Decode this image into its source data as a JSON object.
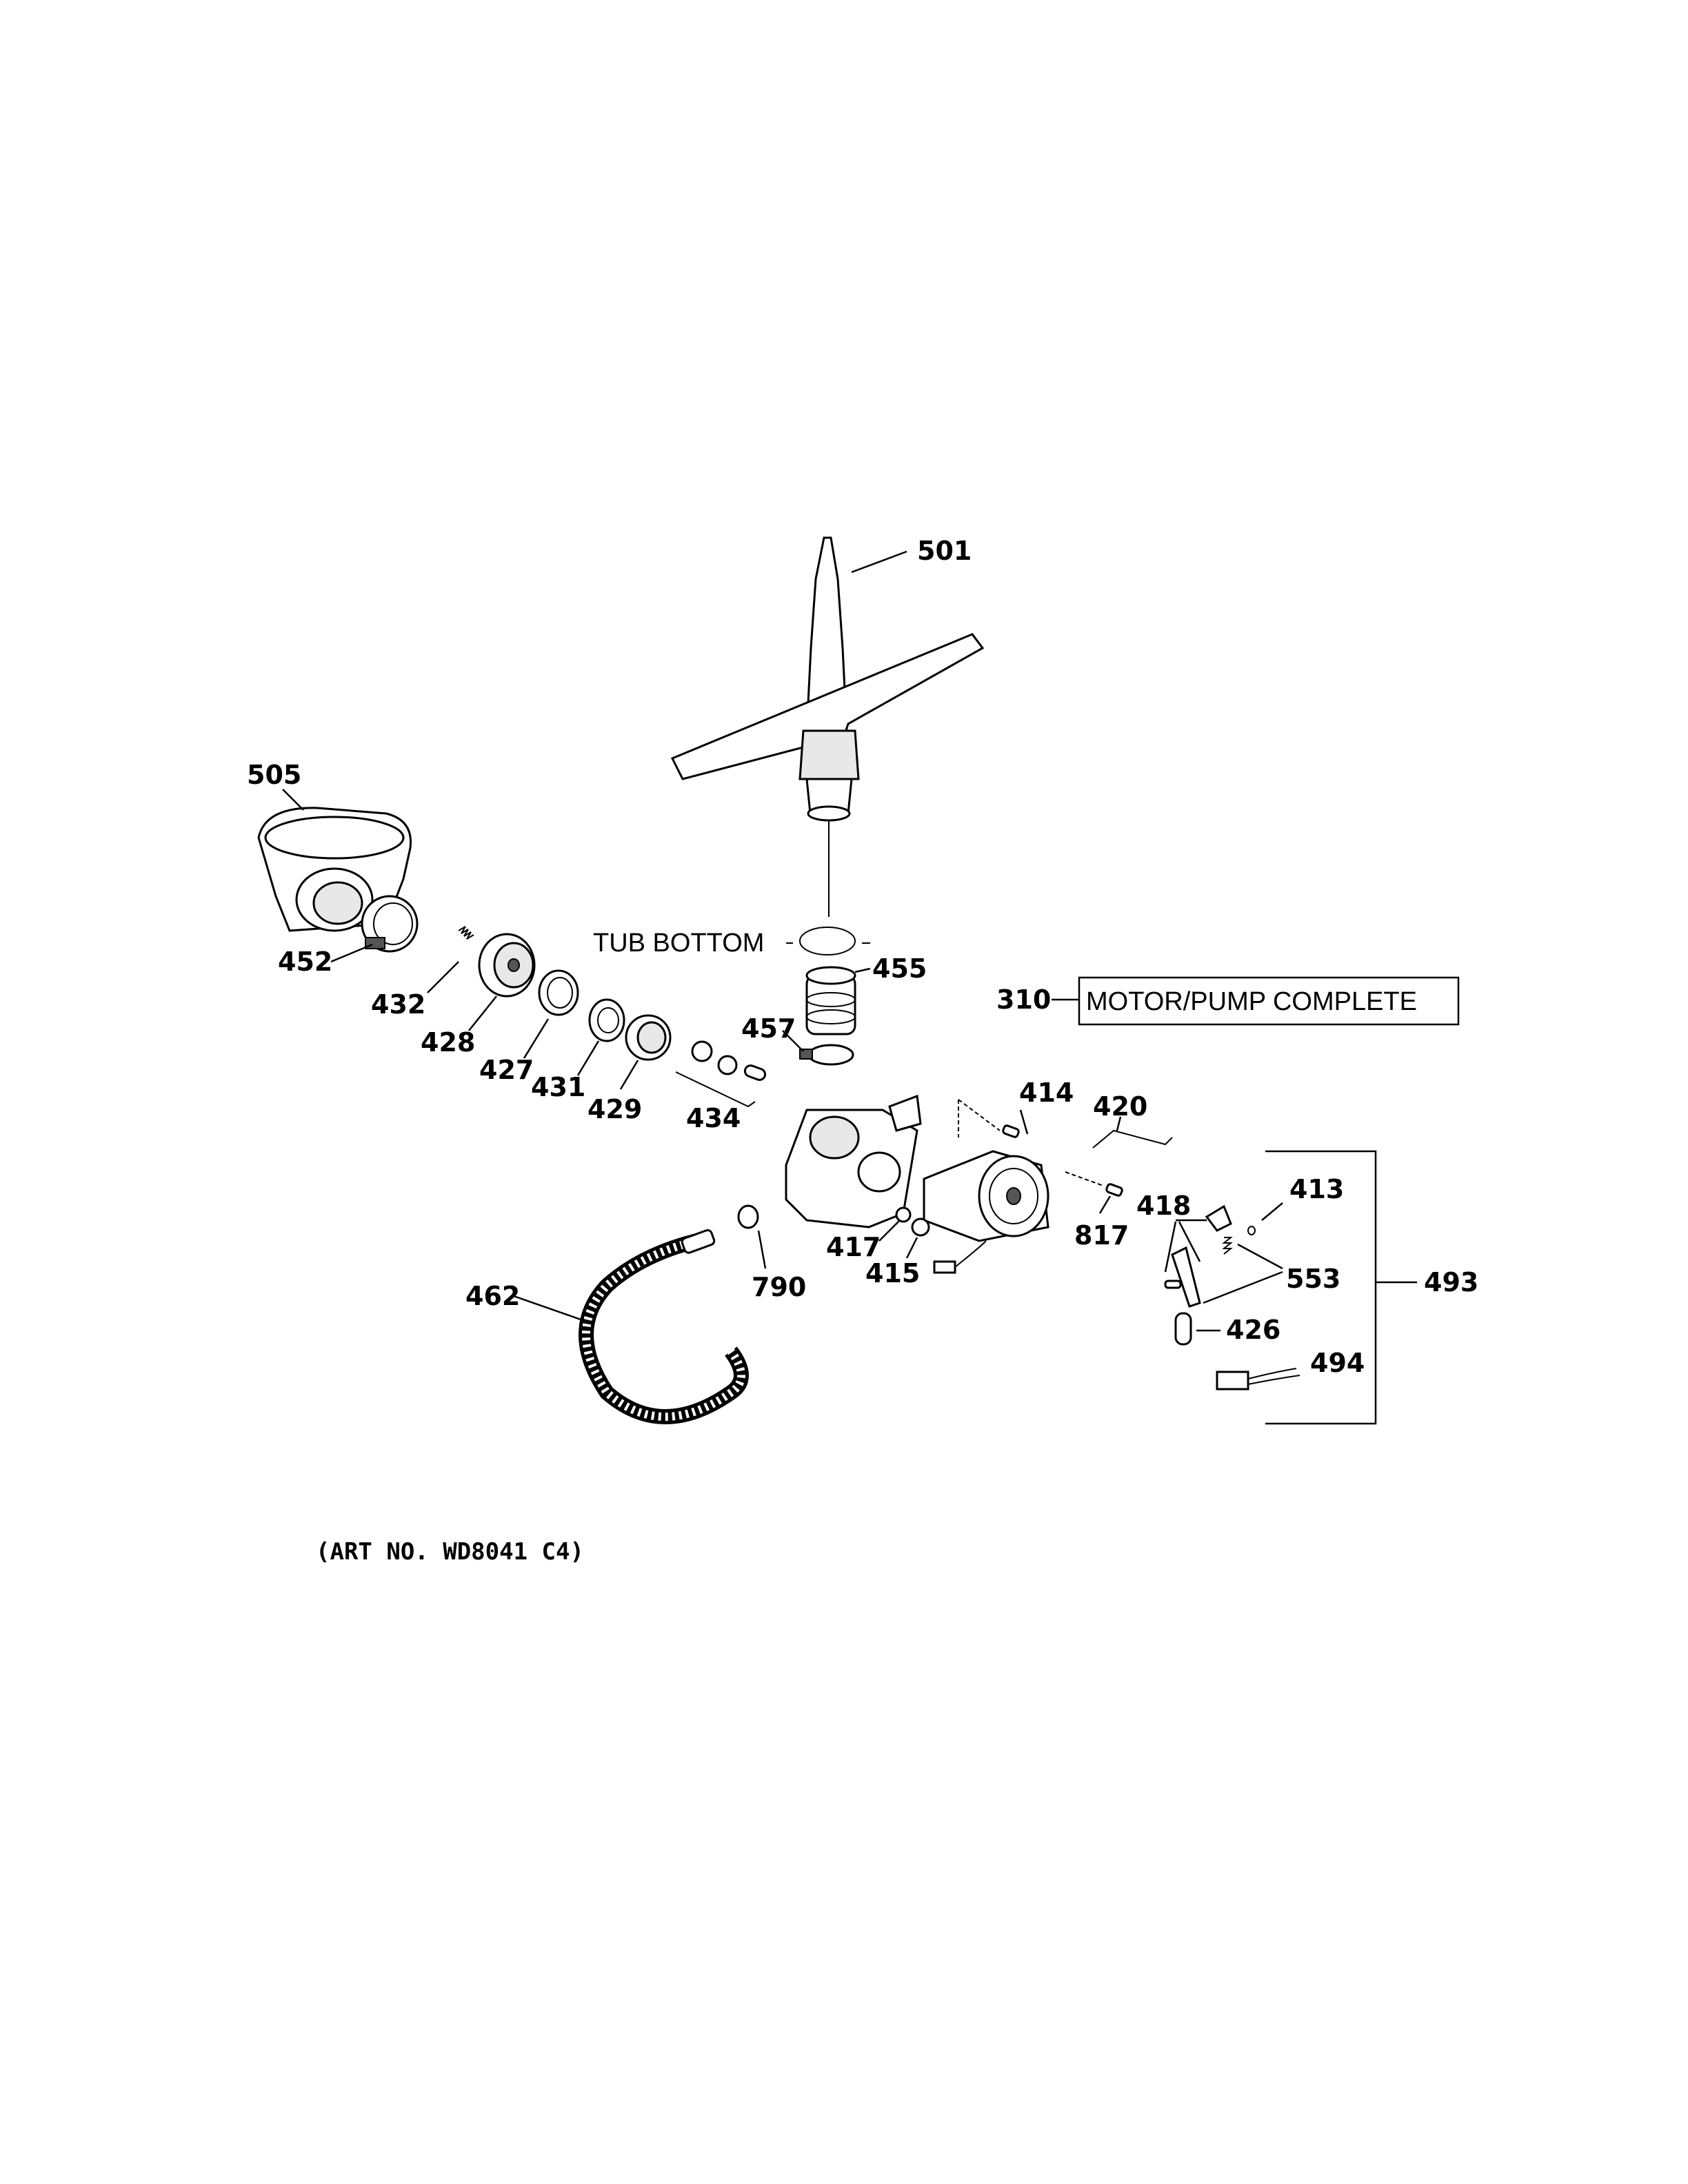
{
  "header_note": "TUB BOTTOM",
  "motor_pump": {
    "number": "310",
    "label": "MOTOR/PUMP COMPLETE"
  },
  "art_number": "(ART NO. WD8041 C4)",
  "callouts": {
    "c501": "501",
    "c505": "505",
    "c452": "452",
    "c432": "432",
    "c428": "428",
    "c427": "427",
    "c431": "431",
    "c429": "429",
    "c434": "434",
    "c455": "455",
    "c457": "457",
    "c414": "414",
    "c420": "420",
    "c413": "413",
    "c418": "418",
    "c817": "817",
    "c553": "553",
    "c493": "493",
    "c417": "417",
    "c415": "415",
    "c790": "790",
    "c462": "462",
    "c426": "426",
    "c494": "494"
  }
}
